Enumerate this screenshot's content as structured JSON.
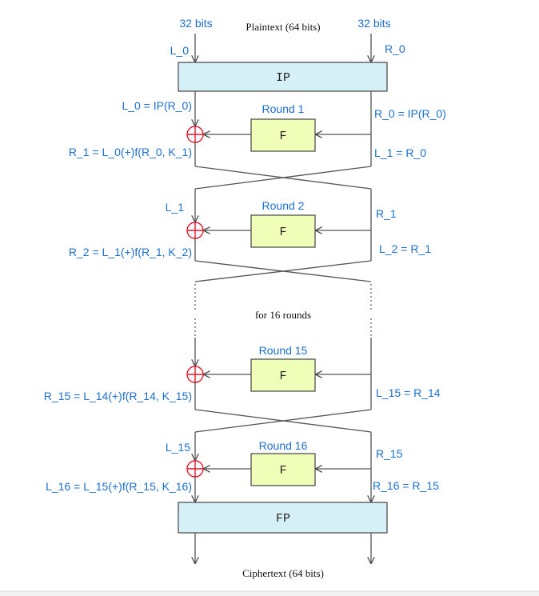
{
  "header": {
    "left_bits": "32 bits",
    "plaintext": "Plaintext (64 bits)",
    "right_bits": "32 bits",
    "l0": "L_0",
    "r0": "R_0"
  },
  "ip": "IP",
  "fp": "FP",
  "f_label": "F",
  "round1": {
    "title": "Round 1",
    "left_in": "L_0 = IP(R_0)",
    "right_in": "R_0 = IP(R_0)",
    "left_out": "R_1 = L_0(+)f(R_0, K_1)",
    "right_out": "L_1 = R_0"
  },
  "round2": {
    "title": "Round 2",
    "left_in": "L_1",
    "right_in": "R_1",
    "left_out": "R_2 = L_1(+)f(R_1, K_2)",
    "right_out": "L_2 = R_1"
  },
  "middle": "for 16 rounds",
  "round15": {
    "title": "Round 15",
    "left_out": "R_15 = L_14(+)f(R_14, K_15)",
    "right_out": "L_15 = R_14"
  },
  "round16": {
    "title": "Round 16",
    "left_in": "L_15",
    "right_in": "R_15",
    "left_out": "L_16 = L_15(+)f(R_15, K_16)",
    "right_out": "R_16 = R_15"
  },
  "ciphertext": "Ciphertext (64 bits)",
  "colors": {
    "label_blue": "#1c6fd0",
    "xor_red": "#e0192b",
    "perm_fill": "#d5f0f6",
    "f_fill": "#efffb8"
  }
}
